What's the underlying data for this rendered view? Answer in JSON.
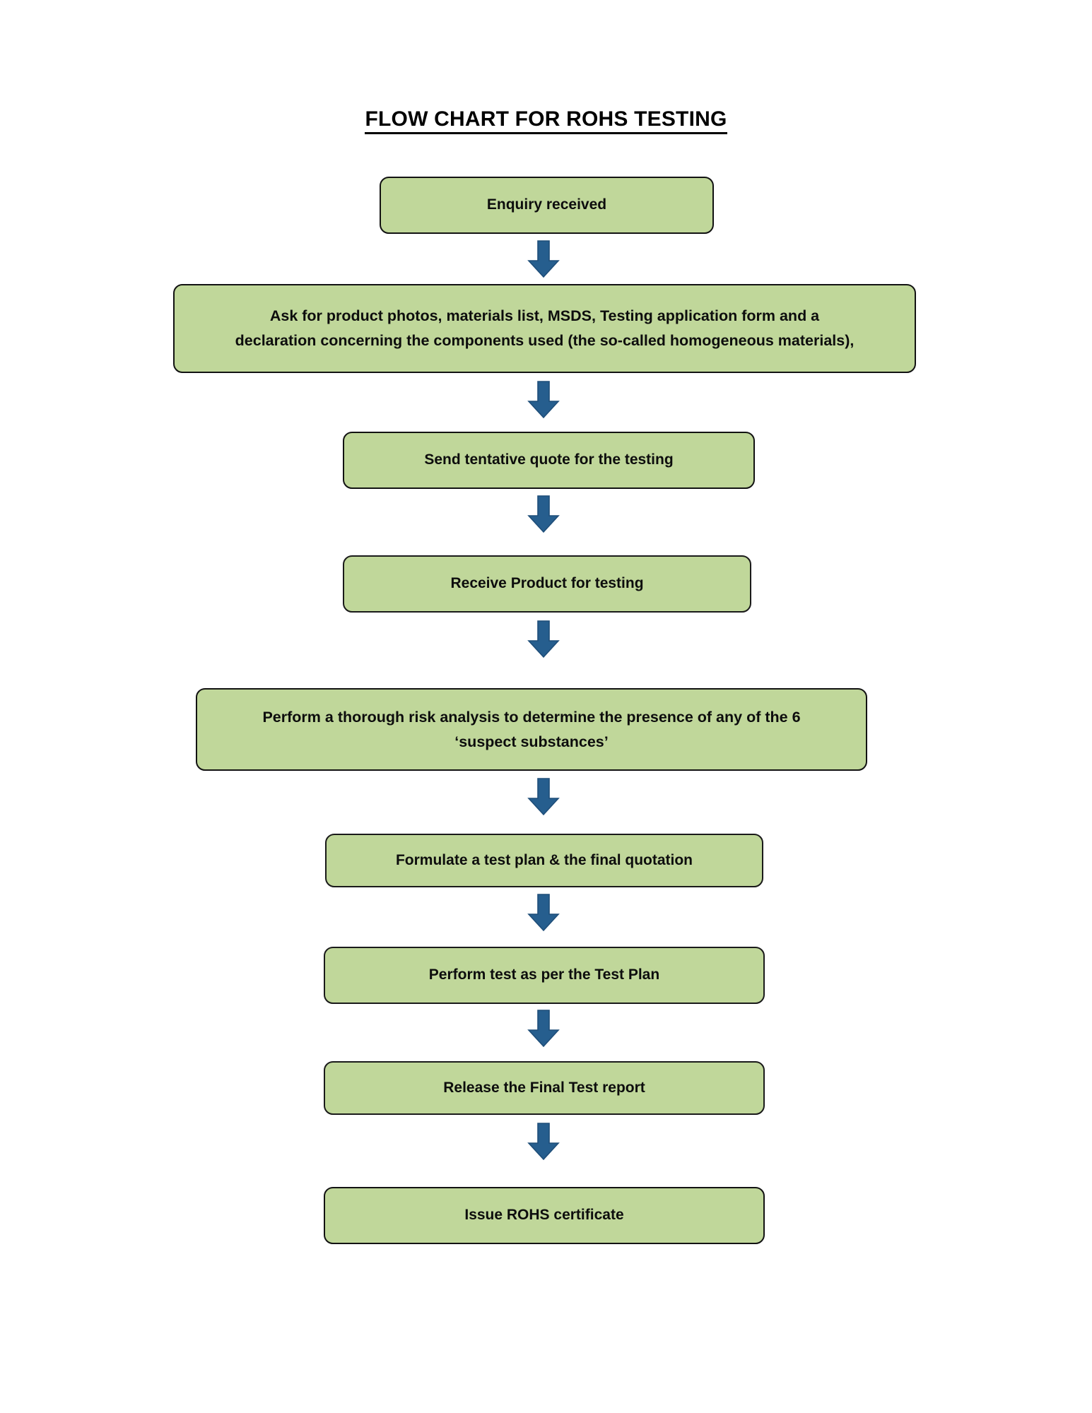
{
  "document": {
    "title": "FLOW CHART FOR ROHS TESTING",
    "background_color": "#FFFFFF"
  },
  "theme": {
    "box_fill": "#C0D79A",
    "box_border": "#121212",
    "arrow_fill": "#265E8E",
    "arrow_stroke": "#1F4E79",
    "text_color": "#0D0D0D"
  },
  "chart_data": {
    "type": "diagram",
    "subtype": "flowchart",
    "title": "FLOW CHART FOR ROHS TESTING",
    "orientation": "top-to-bottom",
    "node_count": 9,
    "connector_count": 8,
    "nodes": [
      {
        "id": "enquiry",
        "label": "Enquiry received"
      },
      {
        "id": "ask-documents",
        "label": "Ask for product photos, materials list, MSDS, Testing application form and a declaration concerning the components used (the so-called homogeneous materials),"
      },
      {
        "id": "tentative-quote",
        "label": "Send tentative quote for the testing"
      },
      {
        "id": "receive-product",
        "label": "Receive Product for testing"
      },
      {
        "id": "risk-analysis",
        "label": "Perform a thorough risk analysis to determine the presence of any of the 6 ‘suspect substances’"
      },
      {
        "id": "test-plan",
        "label": "Formulate a test plan & the final quotation"
      },
      {
        "id": "perform-test",
        "label": "Perform test as per the Test Plan"
      },
      {
        "id": "release-report",
        "label": "Release the Final Test report"
      },
      {
        "id": "issue-cert",
        "label": "Issue ROHS certificate"
      }
    ],
    "edges": [
      {
        "from": "enquiry",
        "to": "ask-documents",
        "icon": "down-arrow-icon"
      },
      {
        "from": "ask-documents",
        "to": "tentative-quote",
        "icon": "down-arrow-icon"
      },
      {
        "from": "tentative-quote",
        "to": "receive-product",
        "icon": "down-arrow-icon"
      },
      {
        "from": "receive-product",
        "to": "risk-analysis",
        "icon": "down-arrow-icon"
      },
      {
        "from": "risk-analysis",
        "to": "test-plan",
        "icon": "down-arrow-icon"
      },
      {
        "from": "test-plan",
        "to": "perform-test",
        "icon": "down-arrow-icon"
      },
      {
        "from": "perform-test",
        "to": "release-report",
        "icon": "down-arrow-icon"
      },
      {
        "from": "release-report",
        "to": "issue-cert",
        "icon": "down-arrow-icon"
      }
    ]
  },
  "nodes": {
    "enquiry": {
      "label": "Enquiry received"
    },
    "ask_documents": {
      "line1": "Ask for product photos, materials list, MSDS, Testing application form and a",
      "line2": "declaration concerning the components used (the so-called homogeneous materials),"
    },
    "tentative_quote": {
      "label": "Send tentative quote for the testing"
    },
    "receive_product": {
      "label": "Receive Product for testing"
    },
    "risk_analysis": {
      "line1": "Perform a thorough risk analysis to determine the presence of any of the 6",
      "line2": "‘suspect substances’"
    },
    "test_plan": {
      "label": "Formulate a test plan & the final quotation"
    },
    "perform_test": {
      "label": "Perform test as per the Test Plan"
    },
    "release_report": {
      "label": "Release the Final Test report"
    },
    "issue_cert": {
      "label": "Issue ROHS certificate"
    }
  }
}
